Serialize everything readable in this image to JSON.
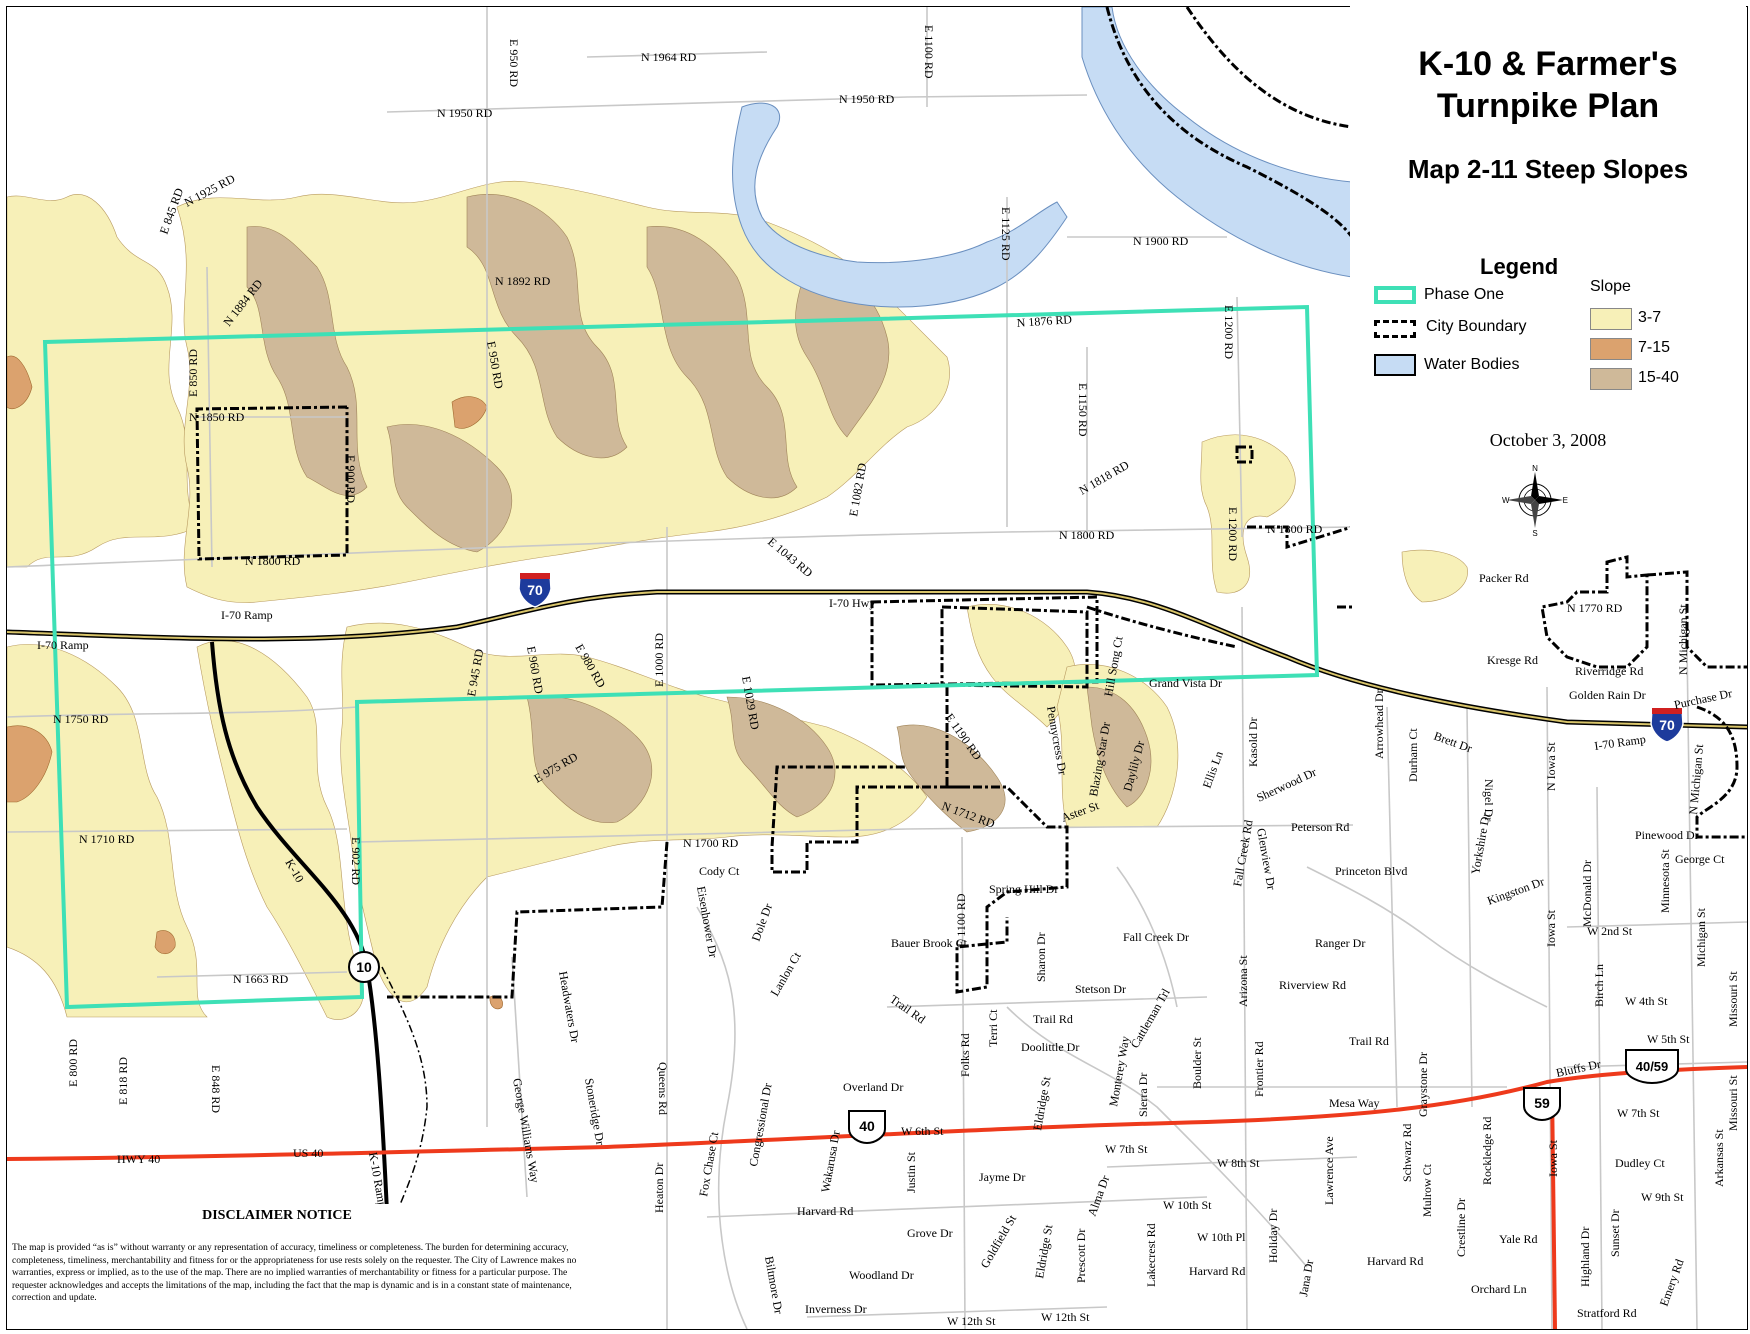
{
  "title_line1": "K-10 & Farmer's",
  "title_line2": "Turnpike Plan",
  "subtitle": "Map 2-11 Steep Slopes",
  "date": "October 3, 2008",
  "legend": {
    "title": "Legend",
    "phase_one": "Phase One",
    "city_boundary": "City Boundary",
    "water_bodies": "Water Bodies",
    "slope_title": "Slope",
    "slope_classes": [
      "3-7",
      "7-15",
      "15-40"
    ]
  },
  "colors": {
    "slope_3_7": "#f7f0b8",
    "slope_7_15": "#dba26e",
    "slope_15_40": "#cfb999",
    "water": "#c6dcf4",
    "phase_one": "#3ee0b6",
    "highway": "#ee3a1c",
    "road": "#c8c8c8"
  },
  "compass": {
    "n": "N",
    "s": "S",
    "e": "E",
    "w": "W"
  },
  "shields": {
    "i70": "70",
    "us40": "40",
    "k10": "10",
    "us59": "59",
    "us40_59": "40/59"
  },
  "disclaimer": {
    "title": "DISCLAIMER NOTICE",
    "text": "The map is provided “as is” without warranty or any representation of accuracy, timeliness or completeness. The burden for determining accuracy, completeness, timeliness, merchantability and fitness for or the appropriateness for use rests solely on the requester. The City of Lawrence makes no warranties, express or implied, as to the use of the map. There are no implied warranties of merchantability or fitness for a particular purpose. The requester acknowledges and accepts the limitations of the map, including the fact that the map is dynamic and is in a constant state of maintenance, correction and update."
  },
  "road_labels": {
    "n1964": "N 1964 RD",
    "n1950a": "N 1950 RD",
    "n1950b": "N 1950 RD",
    "e1100": "E 1100 RD",
    "e950": "E 950 RD",
    "n1925": "N 1925 RD",
    "e845": "E 845 RD",
    "n1884": "N 1884 RD",
    "n1892": "N 1892 RD",
    "e1125": "E 1125 RD",
    "n1900": "N 1900 RD",
    "n1876": "N 1876 RD",
    "e1200a": "E 1200 RD",
    "e850": "E 850 RD",
    "e950b": "E 950 RD",
    "n1850": "N 1850 RD",
    "e900": "E 900 RD",
    "e1150": "E 1150 RD",
    "n1818": "N 1818 RD",
    "e1082": "E 1082 RD",
    "n1800a": "N 1800 RD",
    "n1800b": "N 1800 RD",
    "n1800c": "N 1800 RD",
    "e1200b": "E 1200 RD",
    "e1043": "E 1043 RD",
    "packer": "Packer Rd",
    "i70ramp1": "I-70 Ramp",
    "i70ramp2": "I-70 Ramp",
    "i70hwy": "I-70 Hwy",
    "hillsong": "Hill Song Ct",
    "n1770": "N 1770 RD",
    "nmich": "N Michigan St",
    "e960": "E 960 RD",
    "e980": "E 980 RD",
    "e1000": "E 1000 RD",
    "kresge": "Kresge Rd",
    "riverridge": "Riverridge Rd",
    "goldenrain": "Golden Rain Dr",
    "grandvista": "Grand Vista Dr",
    "purchase": "Purchase Dr",
    "n1750": "N 1750 RD",
    "e945": "E 945 RD",
    "e1029": "E 1029 RD",
    "e1190": "E 1190 RD",
    "pennycress": "Pennycress Dr",
    "blazingstar": "Blazing Star Dr",
    "daylily": "Daylily Dr",
    "kasold": "Kasold Dr",
    "arrowhead": "Arrowhead Dr",
    "durham": "Durham Ct",
    "brett": "Brett Dr",
    "i70ramp3": "I-70 Ramp",
    "e975": "E 975 RD",
    "ellis": "Ellis Ln",
    "sherwood": "Sherwood Dr",
    "nigel": "Nigel Dr",
    "niowa": "N Iowa St",
    "nmich2": "N Michigan St",
    "n1712": "N 1712 RD",
    "aster": "Aster St",
    "n1710": "N 1710 RD",
    "peterson": "Peterson Rd",
    "yorkshire": "Yorkshire Dr",
    "pinewood": "Pinewood Dr",
    "k10": "K-10",
    "e902": "E 902 RD",
    "n1700": "N 1700 RD",
    "fallcreek": "Fall Creek Rd",
    "glenview": "Glenview Dr",
    "princeton": "Princeton Blvd",
    "mcdonald": "McDonald Dr",
    "georgect": "George Ct",
    "cody": "Cody Ct",
    "e1100b": "E 1100 RD",
    "springhill": "Spring Hill Dr",
    "kingston": "Kingston Dr",
    "minnesota": "Minnesota St",
    "eisenhower": "Eisenhower Dr",
    "dole": "Dole Dr",
    "ranger": "Ranger Dr",
    "w2nd": "W 2nd St",
    "michigan": "Michigan St",
    "bauerbrook": "Bauer Brook Ct",
    "fallcreekdr": "Fall Creek Dr",
    "iowa": "Iowa St",
    "lanlon": "Lanlon Ct",
    "sharon": "Sharon Dr",
    "arizona": "Arizona St",
    "n1663": "N 1663 RD",
    "headwaters": "Headwaters Dr",
    "riverview": "Riverview Rd",
    "birch": "Birch Ln",
    "w4th": "W 4th St",
    "missouri": "Missouri St",
    "stetson": "Stetson Dr",
    "trailrd1": "Trail Rd",
    "cattleman": "Cattleman Trl",
    "w5th": "W 5th St",
    "terri": "Terri Ct",
    "trailrd2": "Trail Rd",
    "trailrd3": "Trail Rd",
    "folks": "Folks Rd",
    "doolittle": "Doolittle Dr",
    "queens": "Queens Rd",
    "bluffs": "Bluffs Dr",
    "monterey": "Monterey Way",
    "boulder": "Boulder St",
    "frontier": "Frontier Rd",
    "graystone": "Graystone Dr",
    "e800": "E 800 RD",
    "e818": "E 818 RD",
    "e848": "E 848 RD",
    "georgewilliams": "George Williams Way",
    "stoneridge": "Stoneridge Dr",
    "congressional": "Congressional Dr",
    "overland": "Overland Dr",
    "sierra": "Sierra Dr",
    "eldridge": "Eldridge St",
    "mesa": "Mesa Way",
    "missouri2": "Missouri St",
    "w7th": "W 7th St",
    "hwy40": "HWY 40",
    "us40": "US 40",
    "k10ramp": "K-10 Ramp",
    "w6th": "W 6th St",
    "wakarusa": "Wakarusa Dr",
    "w7th2": "W 7th St",
    "schwarz": "Schwarz Rd",
    "lawrence": "Lawrence Ave",
    "rockledge": "Rockledge Rd",
    "dudley": "Dudley Ct",
    "arkansas": "Arkansas St",
    "iowa2": "Iowa St",
    "w8th": "W 8th St",
    "foxchase": "Fox Chase Ct",
    "heaton": "Heaton Dr",
    "jayme": "Jayme Dr",
    "alma": "Alma Dr",
    "mulrow": "Mulrow Ct",
    "w9th": "W 9th St",
    "justin": "Justin St",
    "harvard1": "Harvard Rd",
    "w10th": "W 10th St",
    "holiday": "Holiday Dr",
    "crestline": "Crestline Dr",
    "grove": "Grove Dr",
    "goldfield": "Goldfield St",
    "eldridge2": "Eldridge St",
    "prescott": "Prescott Dr",
    "lakecrest": "Lakecrest Rd",
    "w10thpl": "W 10th Pl",
    "yale": "Yale Rd",
    "sunset": "Sunset Dr",
    "highland": "Highland Dr",
    "woodland": "Woodland Dr",
    "harvard2": "Harvard Rd",
    "harvard3": "Harvard Rd",
    "jana": "Jana Dr",
    "orchard": "Orchard Ln",
    "emery": "Emery Rd",
    "biltmore": "Biltmore Dr",
    "inverness": "Inverness Dr",
    "w12th1": "W 12th St",
    "w12th2": "W 12th St",
    "stratford": "Stratford Rd",
    "kasrd": "Kasold Dr"
  }
}
